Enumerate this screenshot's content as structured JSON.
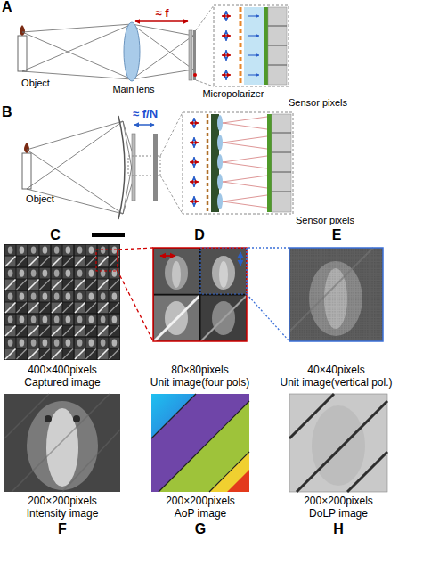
{
  "diagram": {
    "nodes": [
      {
        "text": [
          "400×400pixels",
          "Captured image"
        ]
      },
      {
        "text": [
          "80×80pixels",
          "Unit image(four pols)"
        ]
      },
      {
        "text": [
          "40×40pixels",
          "Unit image(vertical pol.)"
        ]
      },
      {
        "text": [
          "200×200pixels",
          "Intensity image"
        ]
      },
      {
        "text": [
          "200×200pixels",
          "AoP image"
        ]
      },
      {
        "text": [
          "200×200pixels",
          "DoLP image"
        ]
      }
    ],
    "edges": [
      {
        "from": 0,
        "to": 1,
        "arrow": "none"
      },
      {
        "from": 1,
        "to": 2,
        "arrow": "none"
      }
    ],
    "labels": [
      "A",
      "B",
      "Object",
      "Main lens",
      "≈ f",
      "Micropolarizer",
      "Sensor pixels",
      "Object",
      "≈ f/N",
      "Sensor pixels",
      "C",
      "D",
      "E",
      "F",
      "G",
      "H"
    ]
  }
}
